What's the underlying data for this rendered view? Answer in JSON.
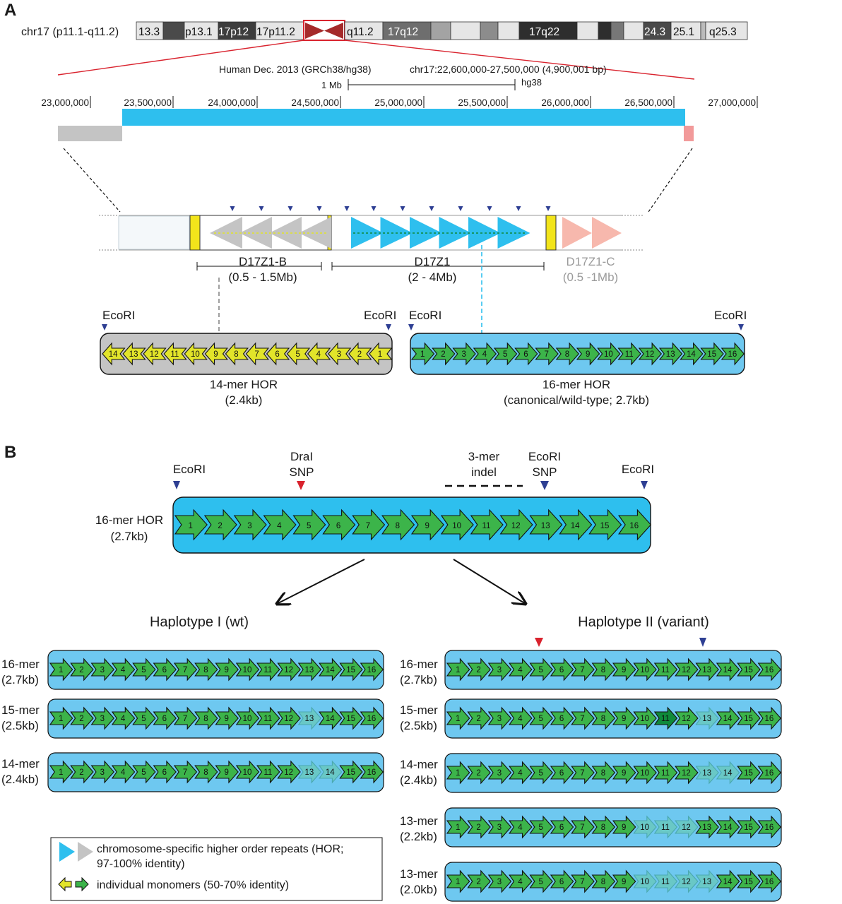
{
  "panel_a": {
    "label": "A",
    "chrom_label": "chr17 (p11.1-q11.2)",
    "band_labels": [
      "13.3",
      "p13.1",
      "17p12",
      "17p11.2",
      "q11.2",
      "17q12",
      "17q22",
      "24.3",
      "25.1",
      "q25.3"
    ],
    "assembly": "Human Dec. 2013 (GRCh38/hg38)",
    "region": "chr17:22,600,000-27,500,000 (4,900,001 bp)",
    "scale_label": "1 Mb",
    "scale_sub": "hg38",
    "ruler_ticks": [
      "23,000,000",
      "23,500,000",
      "24,000,000",
      "24,500,000",
      "25,000,000",
      "25,500,000",
      "26,000,000",
      "26,500,000",
      "27,000,000"
    ],
    "arrays": [
      {
        "name": "D17Z1-B",
        "size": "(0.5 - 1.5Mb)"
      },
      {
        "name": "D17Z1",
        "size": "(2 - 4Mb)"
      },
      {
        "name": "D17Z1-C",
        "size": "(0.5 -1Mb)"
      }
    ],
    "ecori": "EcoRI",
    "hor14": {
      "title": "14-mer HOR",
      "size": "(2.4kb)"
    },
    "hor16": {
      "title": "16-mer HOR",
      "size": "(canonical/wild-type; 2.7kb)"
    }
  },
  "panel_b": {
    "label": "B",
    "markers": {
      "ecori_left": "EcoRI",
      "drai_1": "DraI",
      "drai_2": "SNP",
      "indel_1": "3-mer",
      "indel_2": "indel",
      "ecori_snp_1": "EcoRI",
      "ecori_snp_2": "SNP",
      "ecori_right": "EcoRI"
    },
    "main_hor": {
      "title": "16-mer HOR",
      "size": "(2.7kb)"
    },
    "haplotype_1": "Haplotype I (wt)",
    "haplotype_2": "Haplotype II (variant)",
    "hap1_rows": [
      {
        "title": "16-mer",
        "size": "(2.7kb)"
      },
      {
        "title": "15-mer",
        "size": "(2.5kb)"
      },
      {
        "title": "14-mer",
        "size": "(2.4kb)"
      }
    ],
    "hap2_rows": [
      {
        "title": "16-mer",
        "size": "(2.7kb)"
      },
      {
        "title": "15-mer",
        "size": "(2.5kb)"
      },
      {
        "title": "14-mer",
        "size": "(2.4kb)"
      },
      {
        "title": "13-mer",
        "size": "(2.2kb)"
      },
      {
        "title": "13-mer",
        "size": "(2.0kb)"
      }
    ]
  },
  "legend": {
    "hor_line_1": "chromosome-specific higher order repeats (HOR;",
    "hor_line_2": "97-100% identity)",
    "monomer_line": "individual monomers (50-70% identity)"
  },
  "colors": {
    "hor_blue": "#2ebfee",
    "hor_light_blue": "#6ec8f0",
    "monomer_green": "#3cb44a",
    "monomer_dark_green": "#0f8a3a",
    "monomer_yellow": "#e2e42a",
    "hor_grey": "#c4c4c4",
    "hor_pink": "#f7b8ad",
    "centromere_red": "#a52a2a",
    "marker_blue": "#2e3f93",
    "marker_red": "#d9232e"
  }
}
